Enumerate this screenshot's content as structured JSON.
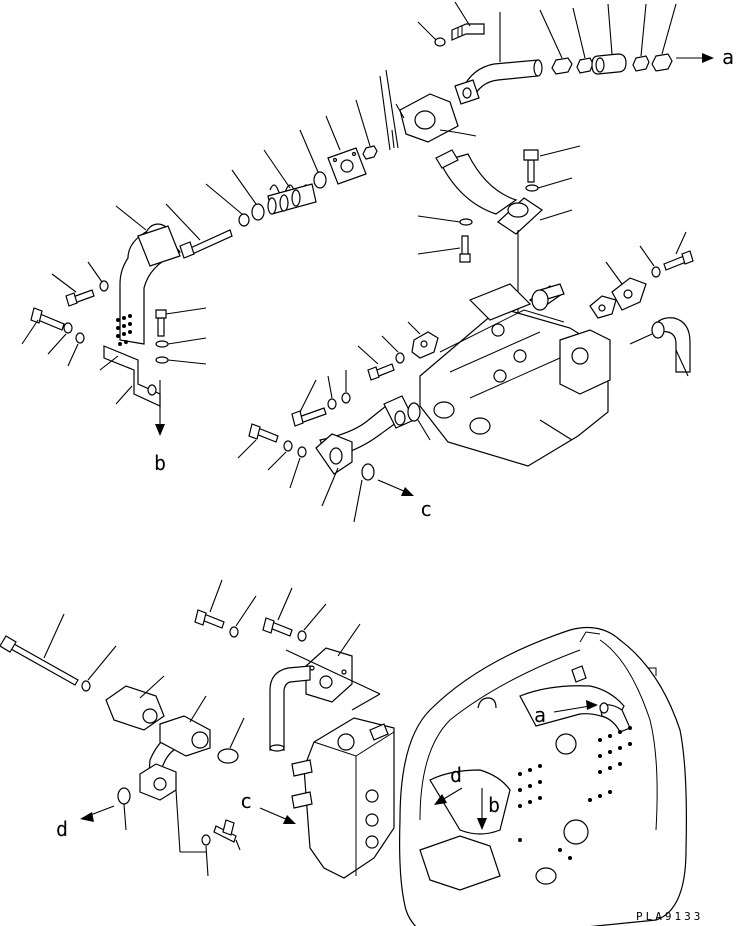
{
  "callouts": {
    "a1": "a",
    "a2": "a",
    "b1": "b",
    "b2": "b",
    "c1": "c",
    "c2": "c",
    "d1": "d",
    "d2": "d"
  },
  "drawing_code": "PLA9133"
}
